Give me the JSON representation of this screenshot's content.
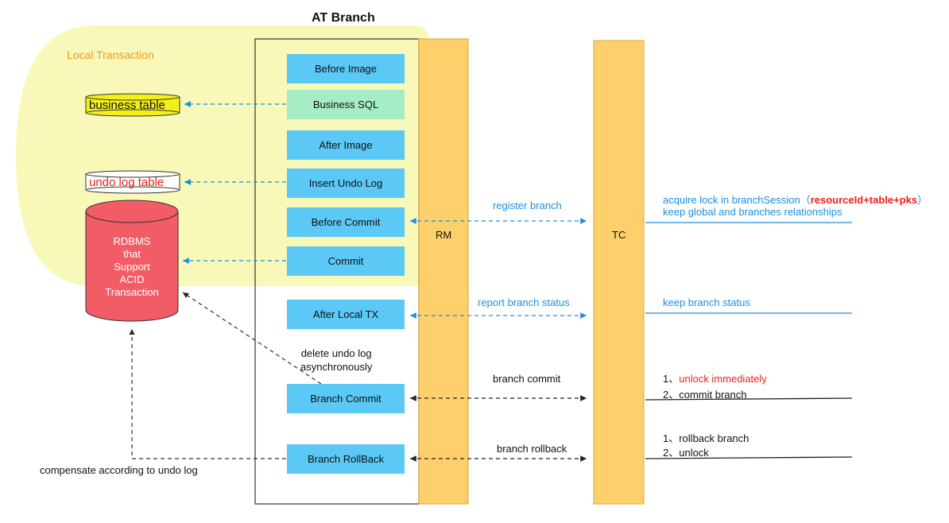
{
  "title": "AT Branch",
  "local_transaction_label": "Local Transaction",
  "business_table_label": "business table",
  "undo_log_table_label": "undo log table",
  "rdbms_lines": [
    "RDBMS",
    "that",
    "Support",
    "ACID",
    "Transaction"
  ],
  "steps": [
    "Before Image",
    "Business SQL",
    "After Image",
    "Insert Undo Log",
    "Before Commit",
    "Commit",
    "After Local TX",
    "Branch Commit",
    "Branch RollBack"
  ],
  "rm_label": "RM",
  "tc_label": "TC",
  "delete_undo_log_lines": [
    "delete undo log",
    "asynchronously"
  ],
  "compensate_label": "compensate according to undo log",
  "messages": {
    "register_branch": "register branch",
    "report_branch_status": "report branch status",
    "branch_commit": "branch commit",
    "branch_rollback": "branch rollback"
  },
  "tc_notes": {
    "acquire_lock_prefix": "acquire lock in branchSession（",
    "acquire_lock_key": "resourceId+table+pks",
    "acquire_lock_suffix": "）",
    "keep_relationships": "keep global and branches relationships",
    "keep_branch_status": "keep branch status",
    "commit_step1_prefix": "1、",
    "commit_step1_text": "unlock immediately",
    "commit_step2": "2、commit branch",
    "rollback_step1": "1、rollback branch",
    "rollback_step2": "2、unlock"
  },
  "colors": {
    "local_tx_fill": "#f8f8b8",
    "lane_fill": "#fdd06c",
    "step_blue": "#5bc8f5",
    "step_green": "#a6ecc4",
    "db_red": "#f25c66",
    "business_table_fill": "#f3f018",
    "arrow_blue": "#1a8fe0",
    "highlight_red": "#e8231a",
    "label_orange": "#f29a1c"
  }
}
